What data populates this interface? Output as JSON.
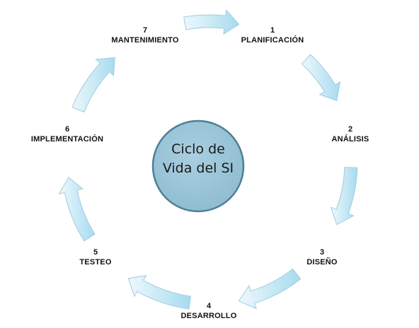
{
  "center": {
    "line1": "Ciclo de",
    "line2": "Vida del SI"
  },
  "stages": [
    {
      "number": "1",
      "label": "PLANIFICACIÓN"
    },
    {
      "number": "2",
      "label": "ANÁLISIS"
    },
    {
      "number": "3",
      "label": "DISEÑO"
    },
    {
      "number": "4",
      "label": "DESARROLLO"
    },
    {
      "number": "5",
      "label": "TESTEO"
    },
    {
      "number": "6",
      "label": "IMPLEMENTACIÓN"
    },
    {
      "number": "7",
      "label": "MANTENIMIENTO"
    }
  ],
  "colors": {
    "circle_fill": "#9ec6d9",
    "circle_stroke": "#4e7f97",
    "arrow_light": "#eef8fc",
    "arrow_dark": "#a7dbef",
    "arrow_stroke": "#9fcce0"
  }
}
